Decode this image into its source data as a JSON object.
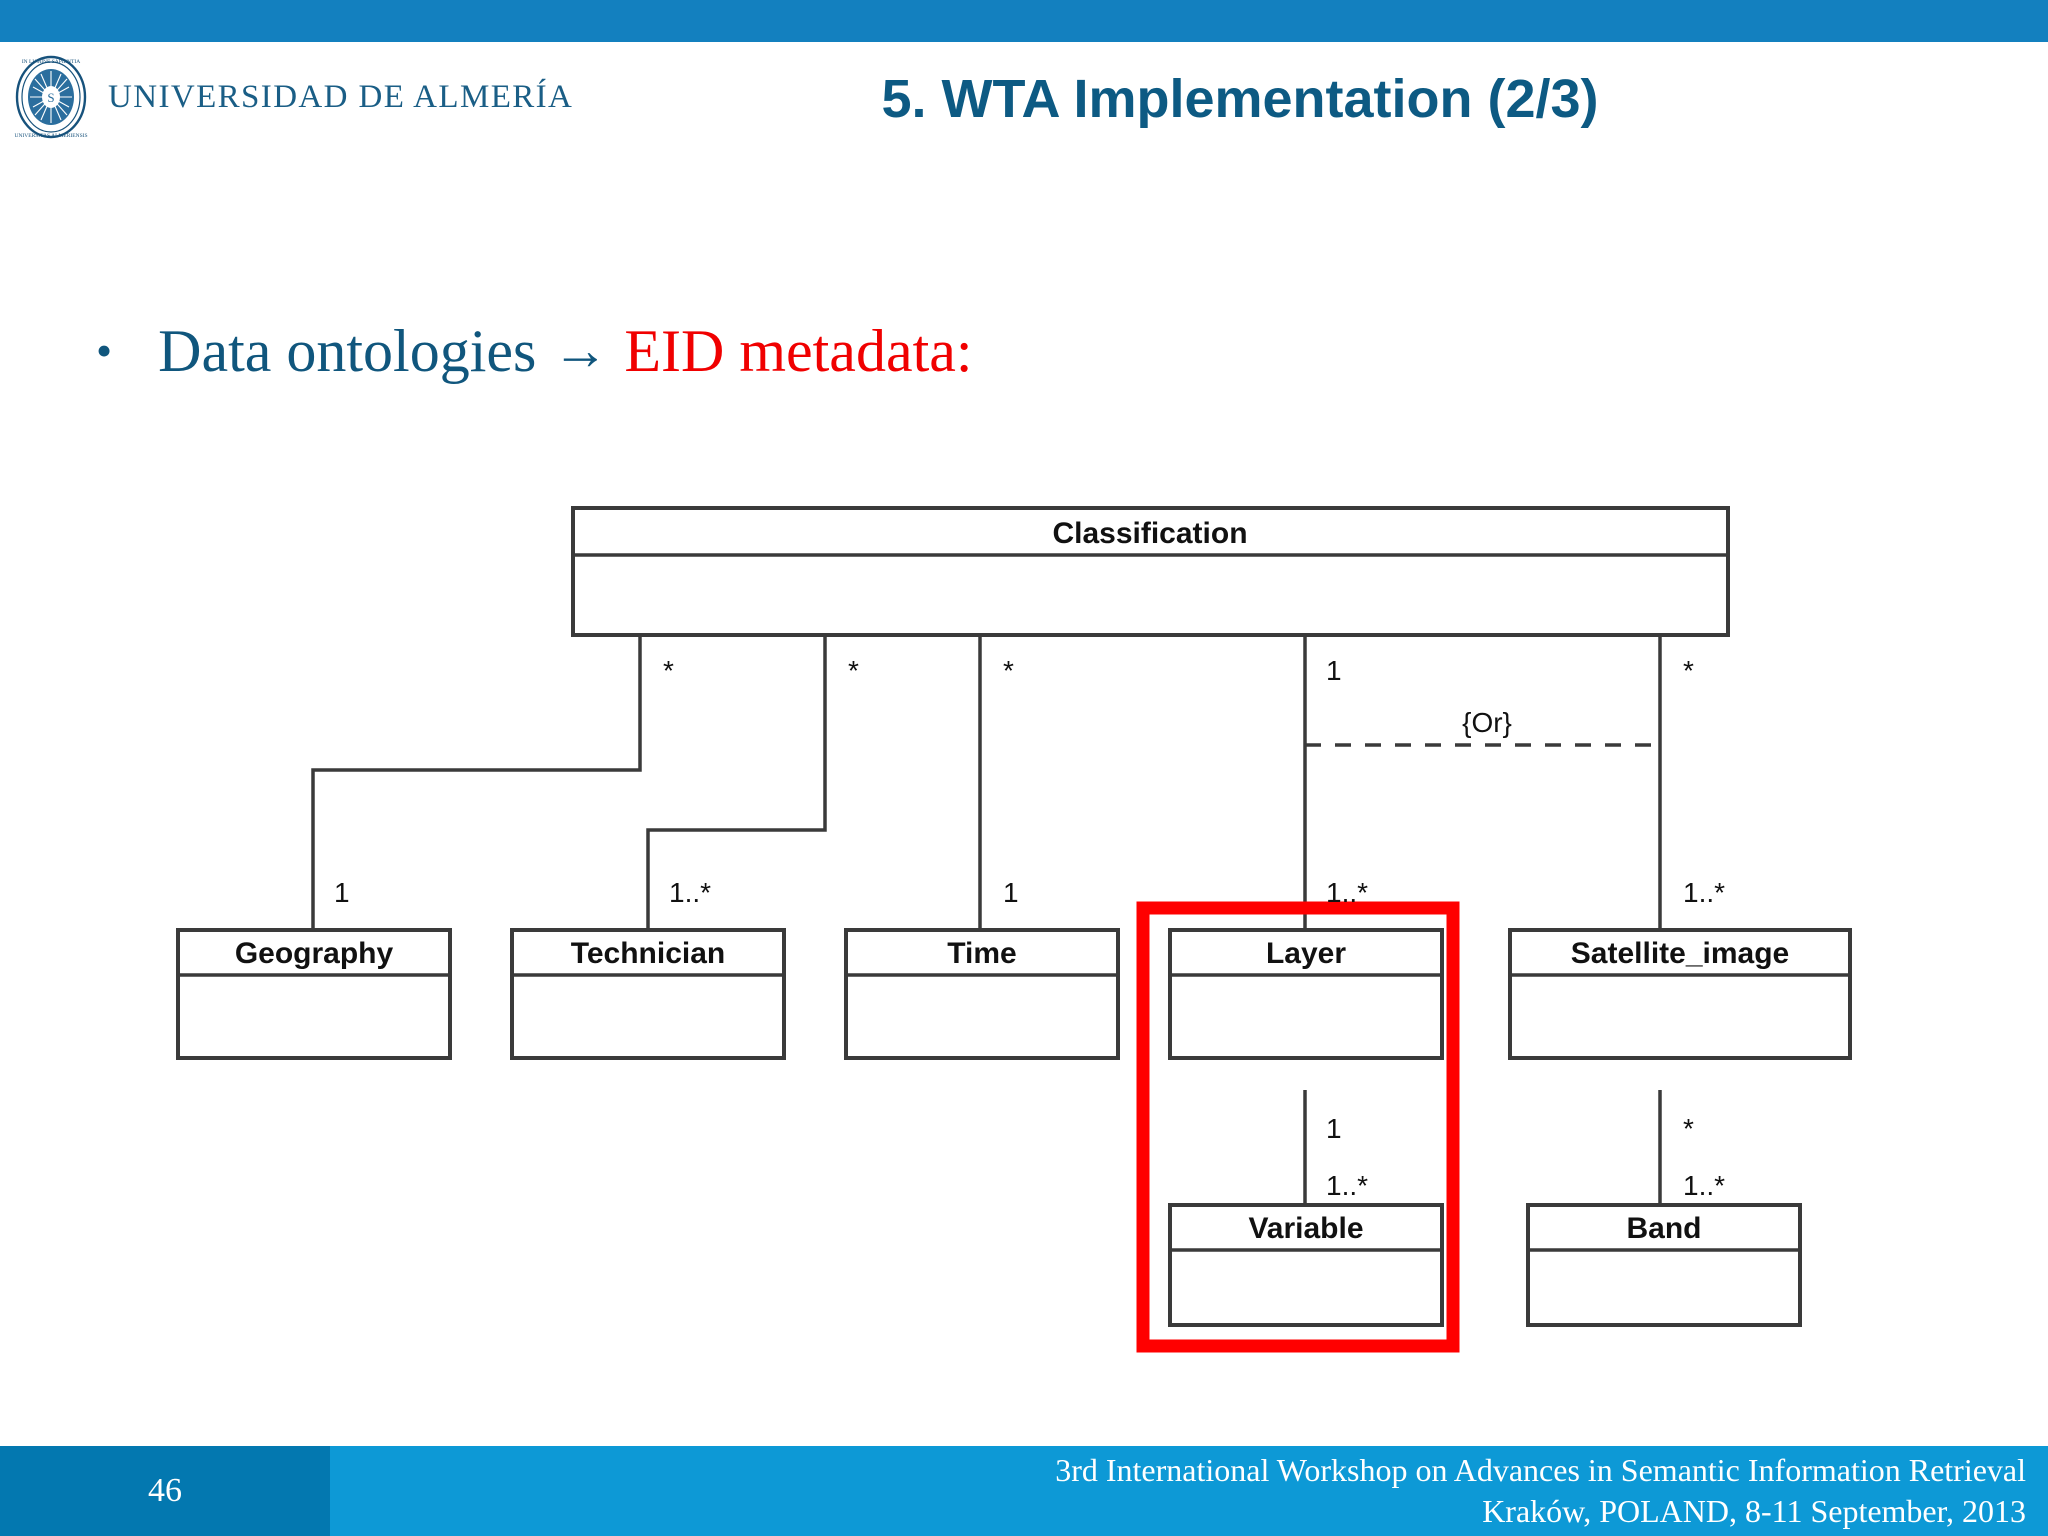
{
  "header": {
    "university": "UNIVERSIDAD DE ALMERÍA",
    "logo_name": "university-seal",
    "title": "5. WTA Implementation (2/3)"
  },
  "body": {
    "bullet_marker": "•",
    "bullet_text_1": "Data ontologies",
    "arrow": "→",
    "bullet_text_2": "EID metadata:",
    "colors": {
      "blue_text": "#10567d",
      "red_text": "#f00000",
      "title_blue": "#0d5a83",
      "top_bar": "#1380bf",
      "footer_bar": "#0d99d6",
      "page_box": "#0378b0",
      "highlight": "#ff0000"
    }
  },
  "chart_data": {
    "type": "diagram",
    "diagram_kind": "uml-class-diagram",
    "title": "Classification",
    "classes": [
      {
        "id": "classification",
        "name": "Classification",
        "compartments": 2
      },
      {
        "id": "geography",
        "name": "Geography",
        "compartments": 2
      },
      {
        "id": "technician",
        "name": "Technician",
        "compartments": 2
      },
      {
        "id": "time",
        "name": "Time",
        "compartments": 2
      },
      {
        "id": "layer",
        "name": "Layer",
        "compartments": 2
      },
      {
        "id": "satellite_image",
        "name": "Satellite_image",
        "compartments": 2
      },
      {
        "id": "variable",
        "name": "Variable",
        "compartments": 2
      },
      {
        "id": "band",
        "name": "Band",
        "compartments": 2
      }
    ],
    "associations": [
      {
        "from": "classification",
        "to": "geography",
        "source_mult": "*",
        "target_mult": "1"
      },
      {
        "from": "classification",
        "to": "technician",
        "source_mult": "*",
        "target_mult": "1..*"
      },
      {
        "from": "classification",
        "to": "time",
        "source_mult": "*",
        "target_mult": "1"
      },
      {
        "from": "classification",
        "to": "layer",
        "source_mult": "1",
        "target_mult": "1..*"
      },
      {
        "from": "classification",
        "to": "satellite_image",
        "source_mult": "*",
        "target_mult": "1..*"
      },
      {
        "from": "layer",
        "to": "variable",
        "source_mult": "1",
        "target_mult": "1..*"
      },
      {
        "from": "satellite_image",
        "to": "band",
        "source_mult": "*",
        "target_mult": "1..*"
      }
    ],
    "constraint": {
      "label": "{Or}",
      "between": [
        "layer",
        "satellite_image"
      ],
      "style": "dashed"
    },
    "highlight": {
      "label": "red-highlight-box",
      "encloses": [
        "layer",
        "variable"
      ],
      "color": "#ff0000"
    },
    "multiplicity_labels": {
      "c_geography_top": "*",
      "c_technician_top": "*",
      "c_time_top": "*",
      "c_layer_top": "1",
      "c_satellite_top": "*",
      "geography_bot": "1",
      "technician_bot": "1..*",
      "time_bot": "1",
      "layer_bot": "1..*",
      "satellite_bot": "1..*",
      "layer_var_top": "1",
      "layer_var_bot": "1..*",
      "sat_band_top": "*",
      "sat_band_bot": "1..*"
    }
  },
  "footer": {
    "page_number": "46",
    "line1": "3rd International Workshop on Advances in Semantic Information Retrieval",
    "line2": "Kraków, POLAND, 8-11 September, 2013"
  }
}
